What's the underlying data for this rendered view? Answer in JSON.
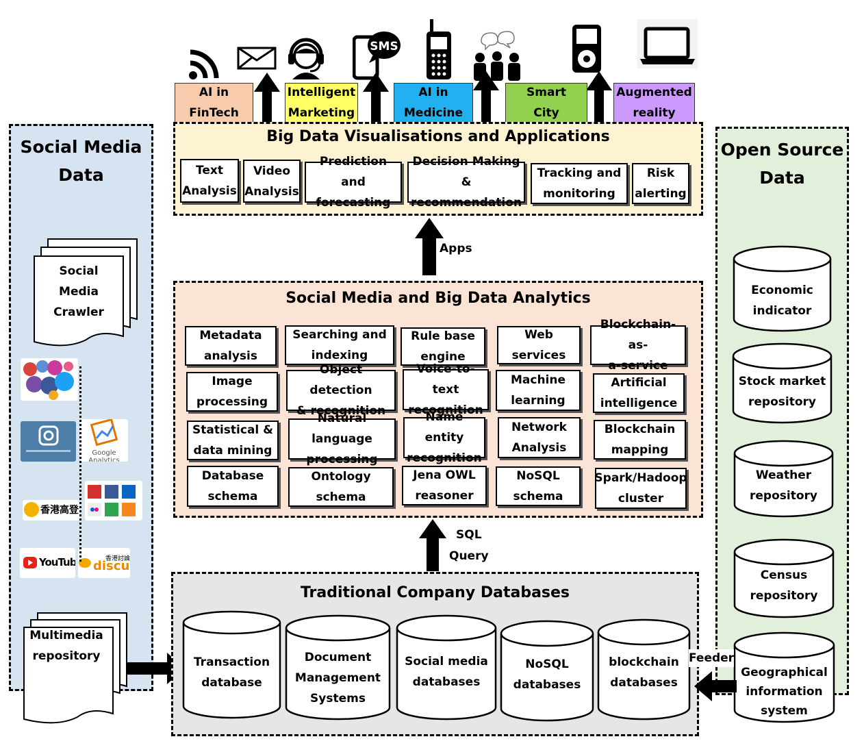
{
  "colors": {
    "social_panel": "#d6e4f2",
    "bigdata_panel": "#fdf3d3",
    "analytics_panel": "#fbe3d5",
    "traditional_panel": "#e6e6e6",
    "opensource_panel": "#e2efda",
    "ai_fintech": "#f8cbad",
    "intelligent_marketing": "#ffff66",
    "ai_medicine": "#22b0f0",
    "smart_city": "#92d050",
    "augmented_reality": "#cc99ff"
  },
  "app_domains": [
    {
      "label": "AI in\nFinTech",
      "icon": "wifi-signal-icon"
    },
    {
      "label": "Intelligent\nMarketing",
      "icon": "envelope-icon"
    },
    {
      "label": "AI in\nMedicine",
      "icon": "sms-phone-icon"
    },
    {
      "label": "Smart\nCity",
      "icon": "people-group-icon"
    },
    {
      "label": "Augmented\nreality",
      "icon": "ipod-icon"
    }
  ],
  "extra_icons": [
    "headset-agent-icon",
    "mobile-phone-icon",
    "laptop-icon"
  ],
  "social_media": {
    "title": "Social Media\nData",
    "crawler": "Social\nMedia\nCrawler",
    "multimedia": "Multimedia\nrepository",
    "logos": [
      "social-icons-cluster-logo",
      "instagram-logo",
      "google-analytics-logo",
      "share-buttons-logo",
      "hkgolden-logo",
      "youtube-logo",
      "discuss-logo"
    ],
    "google_analytics_text": "Google Analytics",
    "hkgolden_text": "香港高登",
    "youtube_text": "YouTube",
    "discuss_text": "discus",
    "discuss_small": "香港討論"
  },
  "big_data": {
    "title": "Big Data Visualisations and Applications",
    "items": [
      "Text\nAnalysis",
      "Video\nAnalysis",
      "Prediction and\nforecasting",
      "Decision Making &\nrecommendation",
      "Tracking and\nmonitoring",
      "Risk\nalerting"
    ]
  },
  "apps_label": "Apps",
  "analytics": {
    "title": "Social Media and Big Data Analytics",
    "items": [
      "Metadata\nanalysis",
      "Searching and\nindexing",
      "Rule base\nengine",
      "Web\nservices",
      "Blockchain-as-\na-service",
      "Image\nprocessing",
      "Object detection\n& recognition",
      "Voice-to-text\nrecognition",
      "Machine\nlearning",
      "Artificial\nintelligence",
      "Statistical &\ndata mining",
      "Natural language\nprocessing",
      "Name entity\nrecognition",
      "Network\nAnalysis",
      "Blockchain\nmapping",
      "Database\nschema",
      "Ontology\nschema",
      "Jena OWL\nreasoner",
      "NoSQL\nschema",
      "Spark/Hadoop\ncluster"
    ]
  },
  "sql_label": "SQL\nQuery",
  "traditional": {
    "title": "Traditional Company Databases",
    "items": [
      "Transaction\ndatabase",
      "Document\nManagement\nSystems",
      "Social media\ndatabases",
      "NoSQL\ndatabases",
      "blockchain\ndatabases"
    ]
  },
  "feeder_label": "Feeder",
  "open_source": {
    "title": "Open Source\nData",
    "items": [
      "Economic\nindicator",
      "Stock market\nrepository",
      "Weather\nrepository",
      "Census\nrepository",
      "Geographical\ninformation\nsystem"
    ]
  }
}
